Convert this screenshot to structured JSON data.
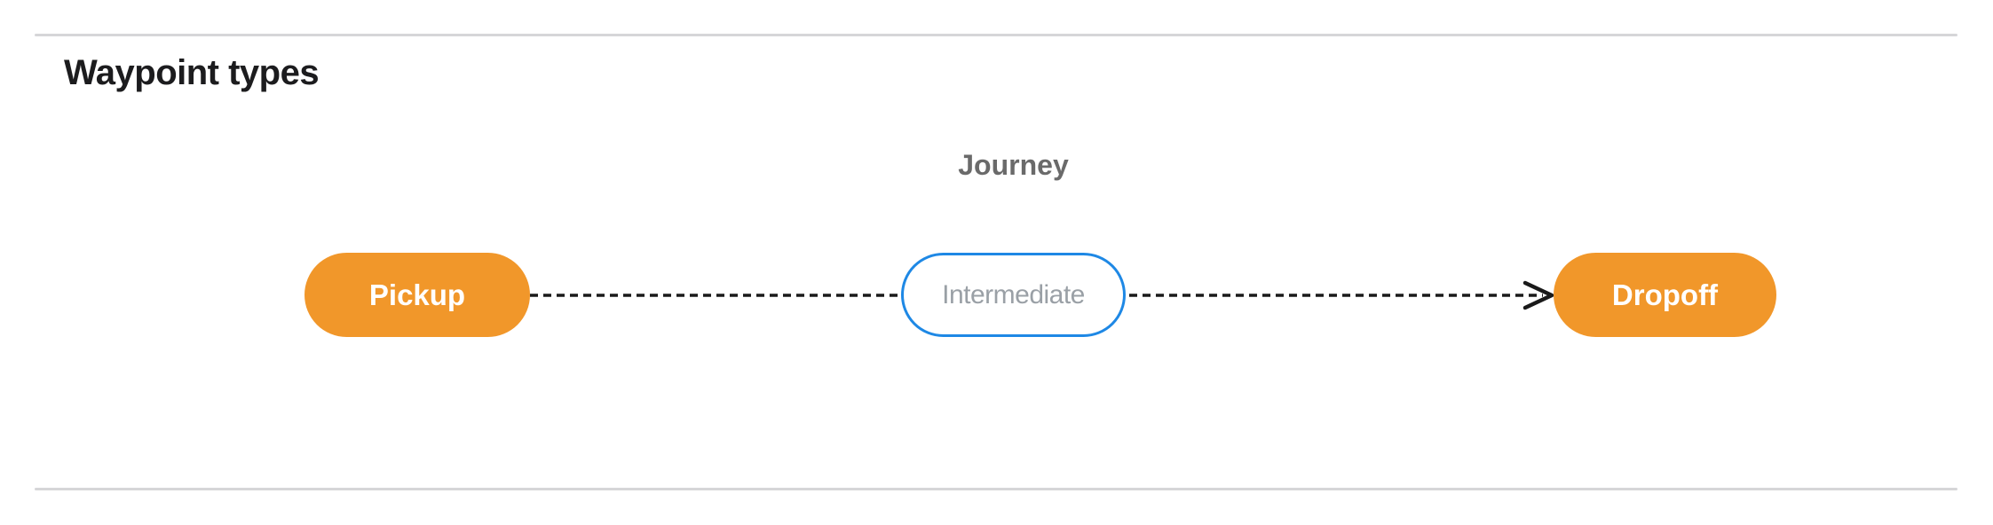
{
  "section": {
    "title": "Waypoint types"
  },
  "diagram": {
    "title": "Journey",
    "nodes": [
      {
        "label": "Pickup",
        "kind": "terminal"
      },
      {
        "label": "Intermediate",
        "kind": "intermediate"
      },
      {
        "label": "Dropoff",
        "kind": "terminal"
      }
    ],
    "edges": [
      {
        "from": "Pickup",
        "to": "Intermediate",
        "style": "dashed",
        "arrowhead": false
      },
      {
        "from": "Intermediate",
        "to": "Dropoff",
        "style": "dashed",
        "arrowhead": true
      }
    ],
    "colors": {
      "terminal_fill": "#F1972A",
      "terminal_text": "#FFFFFF",
      "intermediate_border": "#1E88E5",
      "intermediate_text": "#9AA0A6",
      "edge_line": "#1A1A1A",
      "journey_label": "#6A6A6A",
      "heading_text": "#1C1C1E",
      "divider": "#D6D6D8"
    }
  }
}
